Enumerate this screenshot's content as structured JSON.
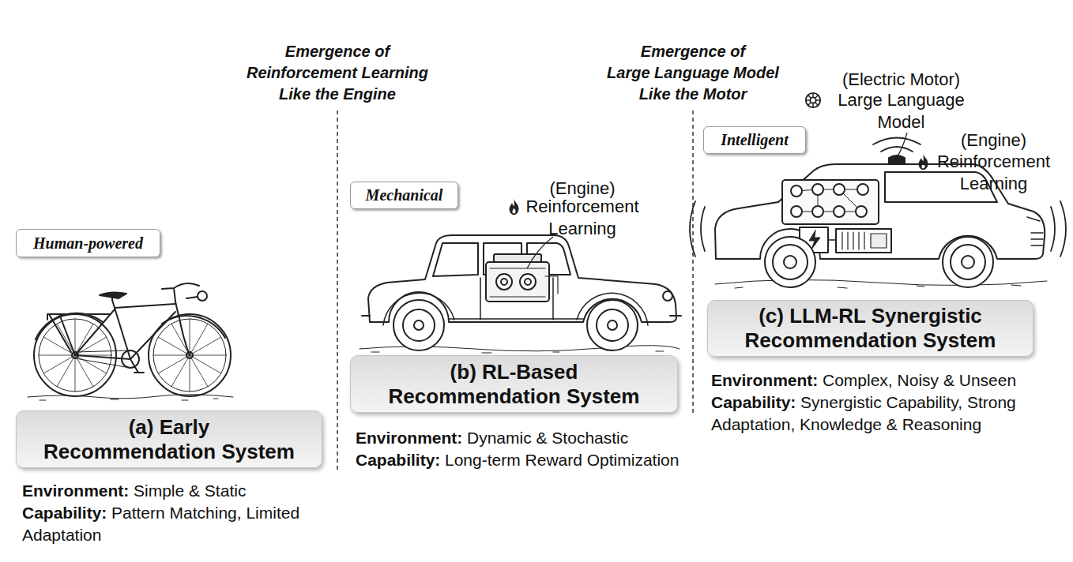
{
  "diagram": {
    "nodes": [
      {
        "text": [
          "Human-powered"
        ]
      },
      {
        "text": [
          "(a) Early Recommendation System"
        ]
      },
      {
        "text": [
          "Mechanical"
        ]
      },
      {
        "text": [
          "(b) RL-Based Recommendation System"
        ]
      },
      {
        "text": [
          "Intelligent"
        ]
      },
      {
        "text": [
          "(c) LLM-RL Synergistic Recommendation System"
        ]
      }
    ],
    "labels": [
      "Emergence of Reinforcement Learning Like the Engine",
      "Emergence of Large Language Model Like the Motor",
      "Environment:",
      "Simple & Static",
      "Capability:",
      "Pattern Matching, Limited Adaptation",
      "(Engine)",
      "Reinforcement Learning",
      "Environment:",
      "Dynamic & Stochastic",
      "Capability:",
      "Long-term Reward Optimization",
      "(Electric Motor)",
      "Large Language Model",
      "(Engine)",
      "Reinforcement Learning",
      "Environment:",
      "Complex, Noisy & Unseen",
      "Capability:",
      "Synergistic Capability, Strong Adaptation, Knowledge & Reasoning"
    ]
  }
}
